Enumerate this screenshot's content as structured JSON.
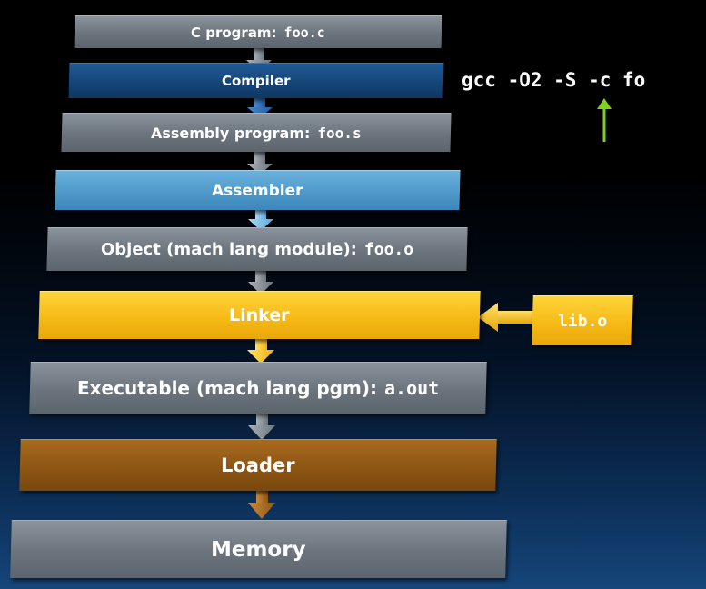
{
  "boxes": [
    {
      "label": "C program:",
      "code": "foo.c"
    },
    {
      "label": "Compiler",
      "code": ""
    },
    {
      "label": "Assembly program:",
      "code": "foo.s"
    },
    {
      "label": "Assembler",
      "code": ""
    },
    {
      "label": "Object (mach lang module):",
      "code": "foo.o"
    },
    {
      "label": "Linker",
      "code": ""
    },
    {
      "label": "Executable (mach lang pgm):",
      "code": "a.out"
    },
    {
      "label": "Loader",
      "code": ""
    },
    {
      "label": "Memory",
      "code": ""
    }
  ],
  "library": {
    "code": "lib.o"
  },
  "command": {
    "text": "gcc -O2 -S -c fo"
  },
  "colors": {
    "stage_gray": "#6b747c",
    "compiler": "#144476",
    "assembler": "#4b97c8",
    "linker": "#f5b814",
    "loader": "#8a5413",
    "command_arrow": "#7fd11f"
  }
}
